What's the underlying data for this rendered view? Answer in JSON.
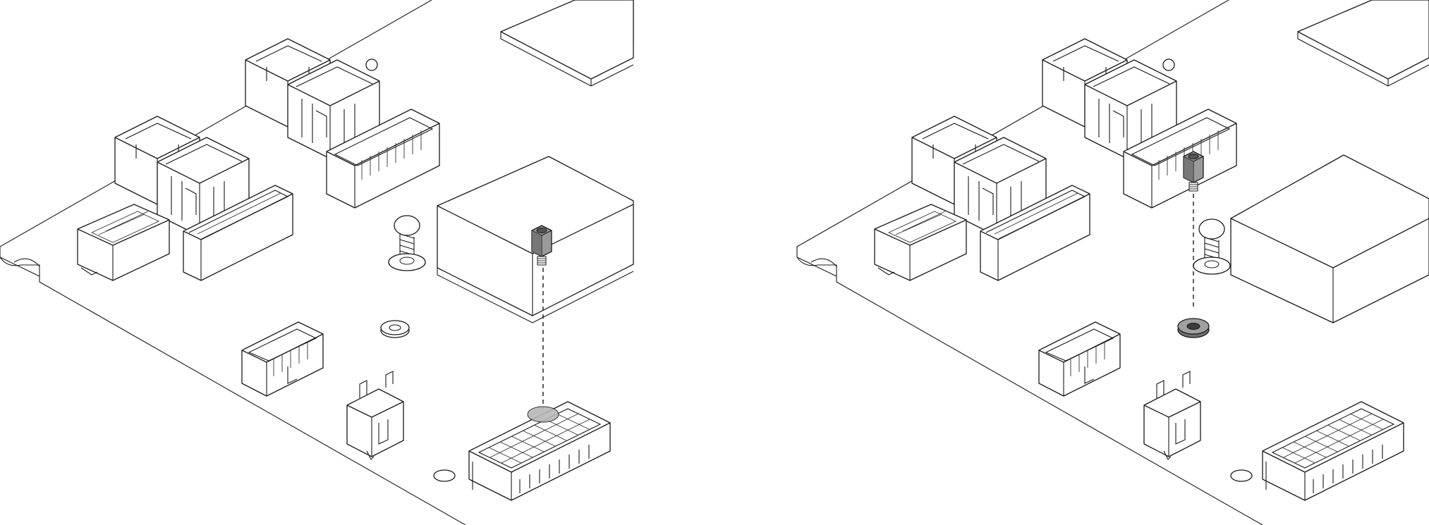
{
  "figure": {
    "description_labels": [],
    "panels": [
      {
        "id": "left",
        "step": "before"
      },
      {
        "id": "right",
        "step": "after"
      }
    ],
    "colors": {
      "line": "#1a1a1a",
      "highlight_part": "#8a8a8a",
      "highlight_dark": "#555555",
      "background": "#ffffff"
    }
  }
}
